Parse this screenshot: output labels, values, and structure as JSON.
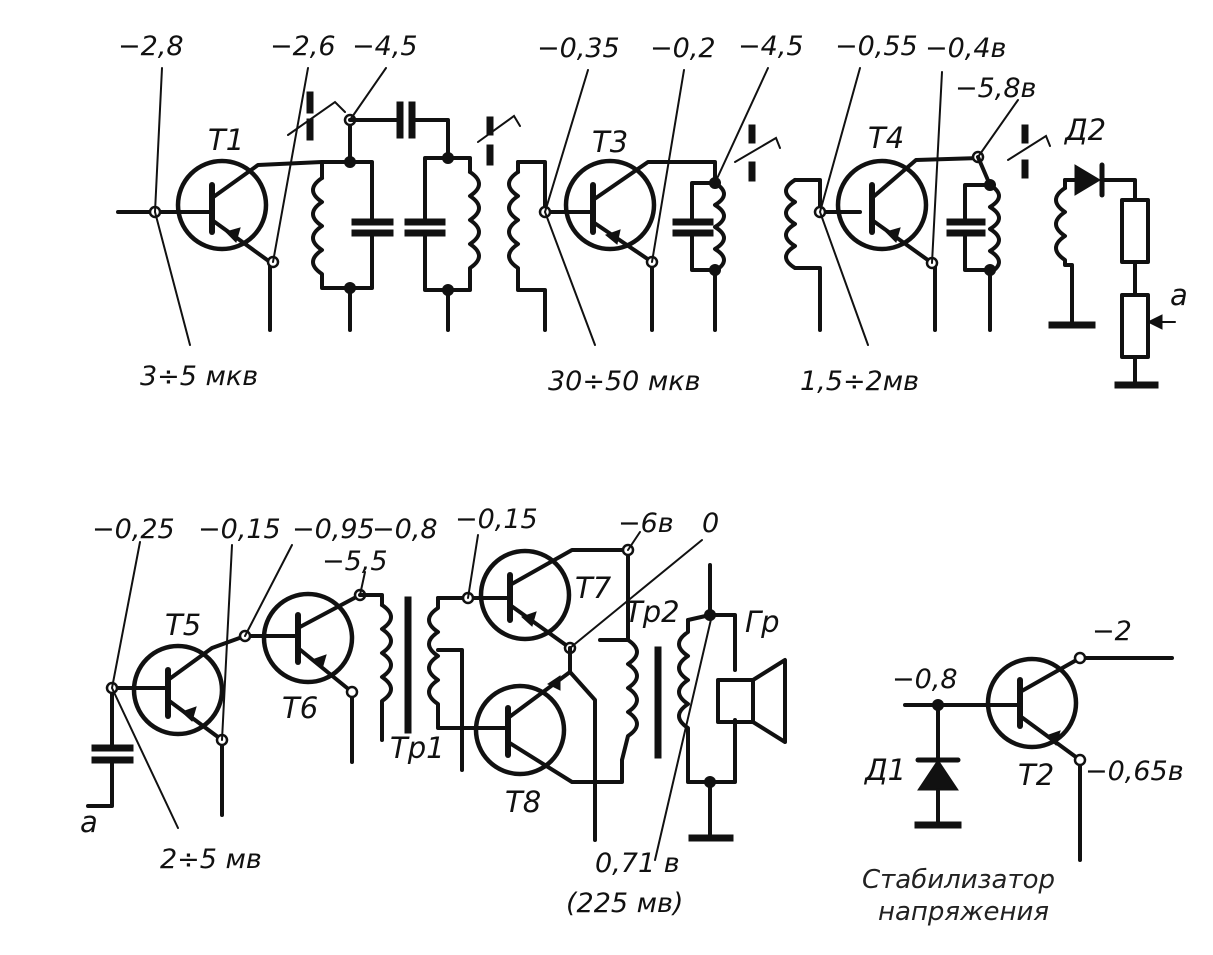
{
  "labels": {
    "t1": "T1",
    "t2": "T2",
    "t3": "T3",
    "t4": "T4",
    "t5": "T5",
    "t6": "T6",
    "t7": "T7",
    "t8": "T8",
    "d1": "Д1",
    "d2": "Д2",
    "tr1": "Тр1",
    "tr2": "Тр2",
    "gr": "Гр",
    "a_top": "a",
    "a_bottom": "a"
  },
  "voltages": {
    "t1_base": "−2,8",
    "t1_emitter": "−2,6",
    "t1_collector": "−4,5",
    "t3_base": "−0,35",
    "t3_emitter": "−0,2",
    "t3_collector": "−4,5",
    "t4_base": "−0,55",
    "t4_emitter": "−0,4в",
    "t4_collector": "−5,8в",
    "t5_base": "−0,25",
    "t5_emitter": "−0,15",
    "t6_base": "−0,95",
    "t6_emitter": "−0,8",
    "t6_collector": "−5,5",
    "t7_base": "−0,15",
    "t7_collector": "−6в",
    "t7_emitter": "0",
    "t2_collector": "−2",
    "t2_base": "−0,8",
    "t2_emitter": "−0,65в"
  },
  "signals": {
    "input": "3÷5 мкв",
    "stage3": "30÷50 мкв",
    "stage4": "1,5÷2мв",
    "stage5": "2÷5 мв",
    "output_line1": "0,71 в",
    "output_line2": "(225 мв)"
  },
  "captions": {
    "stabilizer_line1": "Стабилизатор",
    "stabilizer_line2": "напряжения"
  }
}
